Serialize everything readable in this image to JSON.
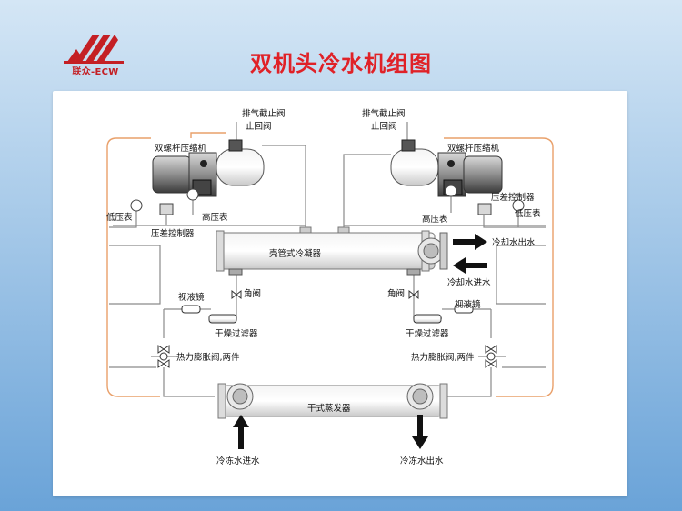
{
  "title": "双机头冷水机组图",
  "logo": {
    "text": "联众-ECW"
  },
  "labels": {
    "discharge_valve_left": "排气截止阀",
    "check_valve_left": "止回阀",
    "discharge_valve_right": "排气截止阀",
    "check_valve_right": "止回阀",
    "compressor_left": "双螺杆压缩机",
    "compressor_right": "双螺杆压缩机",
    "low_gauge_left": "低压表",
    "high_gauge_left": "高压表",
    "diff_controller_left": "压差控制器",
    "high_gauge_right": "高压表",
    "diff_controller_right": "压差控制器",
    "low_gauge_right": "低压表",
    "condenser": "壳管式冷凝器",
    "cooling_out": "冷却水出水",
    "cooling_in": "冷却水进水",
    "angle_valve_left": "角阀",
    "angle_valve_right": "角阀",
    "sight_glass_left": "视液镜",
    "sight_glass_right": "视液镜",
    "filter_left": "干燥过滤器",
    "filter_right": "干燥过滤器",
    "expansion_left": "热力膨胀阀,两件",
    "expansion_right": "热力膨胀阀,两件",
    "evaporator": "干式蒸发器",
    "chilled_in": "冷冻水进水",
    "chilled_out": "冷冻水出水"
  }
}
